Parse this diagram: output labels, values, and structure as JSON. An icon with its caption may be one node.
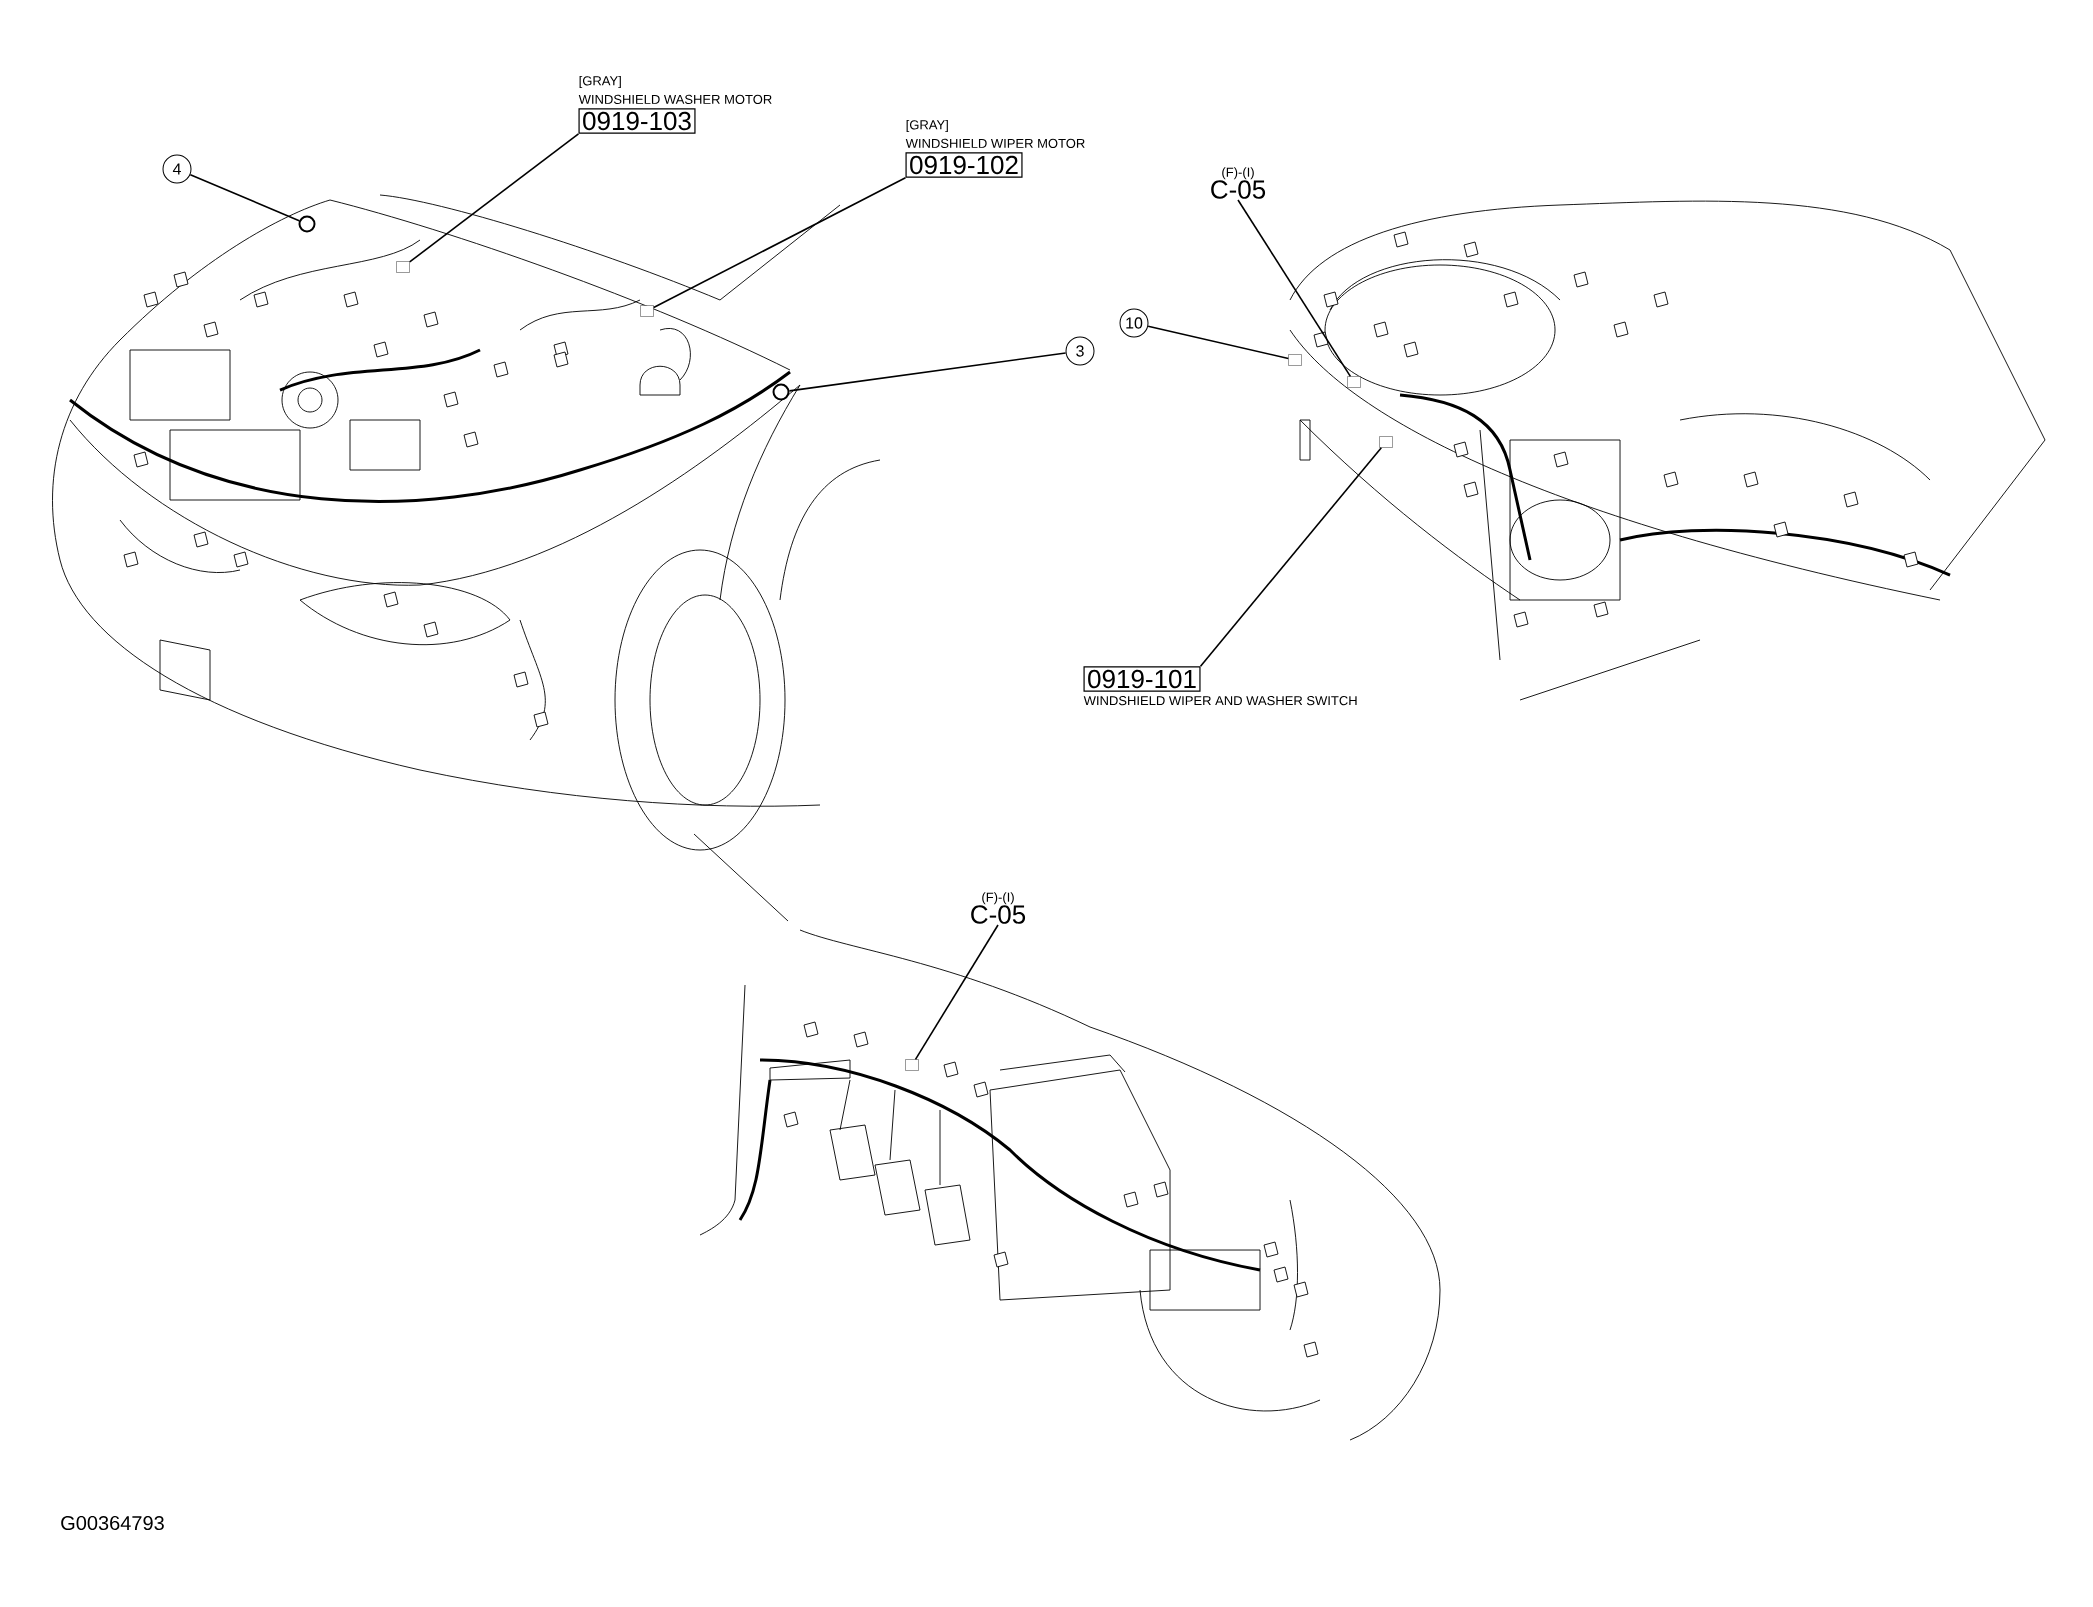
{
  "diagram": {
    "nodes": [
      {
        "text": [
          "4"
        ]
      },
      {
        "text": [],
        "shape": "circle"
      },
      {
        "text": [
          "0919-103"
        ],
        "beside": [
          "[GRAY]",
          "WINDSHIELD WASHER MOTOR"
        ]
      },
      {
        "text": [],
        "shape": "box"
      },
      {
        "text": [
          "0919-102"
        ],
        "beside": [
          "[GRAY]",
          "WINDSHIELD WIPER MOTOR"
        ]
      },
      {
        "text": [],
        "shape": "box"
      },
      {
        "text": [
          "3"
        ]
      },
      {
        "text": [],
        "shape": "circle"
      },
      {
        "text": [
          "10"
        ]
      },
      {
        "text": [],
        "shape": "box"
      },
      {
        "text": [
          "(F)-(I)",
          "C-05"
        ]
      },
      {
        "text": [],
        "shape": "box"
      },
      {
        "text": [
          "0919-101"
        ],
        "beside": [
          "WINDSHIELD WIPER AND WASHER SWITCH"
        ]
      },
      {
        "text": [],
        "shape": "box"
      },
      {
        "text": [
          "(F)-(I)",
          "C-05"
        ]
      },
      {
        "text": [],
        "shape": "box"
      }
    ],
    "edges": [
      {
        "from": 0,
        "to": 1,
        "arrow": "none"
      },
      {
        "from": 2,
        "to": 3,
        "arrow": "none"
      },
      {
        "from": 4,
        "to": 5,
        "arrow": "none"
      },
      {
        "from": 6,
        "to": 7,
        "arrow": "none"
      },
      {
        "from": 8,
        "to": 9,
        "arrow": "none"
      },
      {
        "from": 10,
        "to": 11,
        "arrow": "none"
      },
      {
        "from": 12,
        "to": 13,
        "arrow": "none"
      },
      {
        "from": 14,
        "to": 15,
        "arrow": "none"
      }
    ],
    "labels": [
      "G00364793"
    ]
  }
}
